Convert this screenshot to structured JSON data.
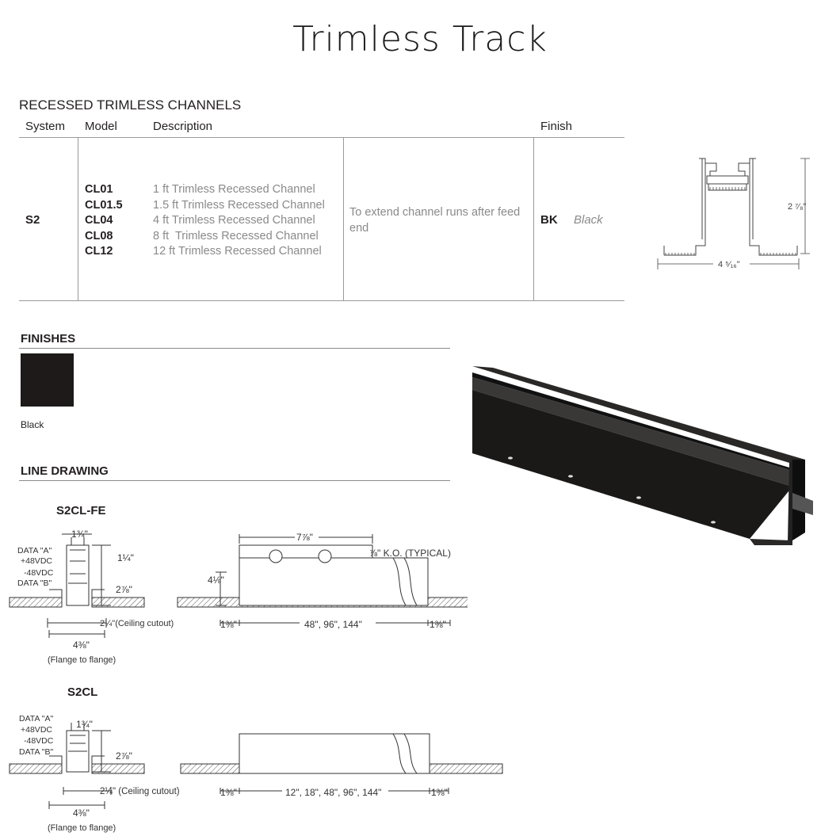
{
  "page_title": "Trimless Track",
  "channels": {
    "heading": "RECESSED TRIMLESS CHANNELS",
    "columns": {
      "system": "System",
      "model": "Model",
      "description": "Description",
      "finish": "Finish"
    },
    "system": "S2",
    "models": [
      "CL01",
      "CL01.5",
      "CL04",
      "CL08",
      "CL12"
    ],
    "descriptions": [
      "1 ft Trimless Recessed Channel",
      "1.5 ft Trimless Recessed Channel",
      "4 ft Trimless Recessed Channel",
      "8 ft  Trimless Recessed Channel",
      "12 ft Trimless Recessed Channel"
    ],
    "note": "To extend channel runs after feed end",
    "finish_code": "BK",
    "finish_name": "Black"
  },
  "profile_dimensions": {
    "height": "2 ⁷⁄₈\"",
    "width": "4 ⁵⁄₁₆\""
  },
  "finishes": {
    "heading": "FINISHES",
    "swatch_color": "#1e1a19",
    "swatch_label": "Black"
  },
  "line_drawing": {
    "heading": "LINE DRAWING",
    "fe": {
      "title": "S2CL-FE",
      "labels": [
        "DATA \"A\"",
        "+48VDC",
        "-48VDC",
        "DATA \"B\""
      ],
      "dim_top": "1¾\"",
      "dim_a": "1¼\"",
      "dim_h": "2⅞\"",
      "cutout": "2¼\"(Ceiling cutout)",
      "flange_dim": "4⅜\"",
      "flange_label": "(Flange to flange)",
      "box_width": "7⅞\"",
      "ko": "⅞\" K.O. (TYPICAL)",
      "box_height": "4⅛\"",
      "end_left": "1⅜\"",
      "lengths": "48\", 96\", 144\"",
      "end_right": "1⅜\""
    },
    "cl": {
      "title": "S2CL",
      "labels": [
        "DATA \"A\"",
        "+48VDC",
        "-48VDC",
        "DATA \"B\""
      ],
      "dim_top": "1¾\"",
      "dim_h": "2⅞\"",
      "cutout": "2¼\" (Ceiling cutout)",
      "flange_dim": "4⅜\"",
      "flange_label": "(Flange to flange)",
      "end_left": "1⅜\"",
      "lengths": "12\", 18\", 48\", 96\", 144\"",
      "end_right": "1⅜\""
    }
  }
}
